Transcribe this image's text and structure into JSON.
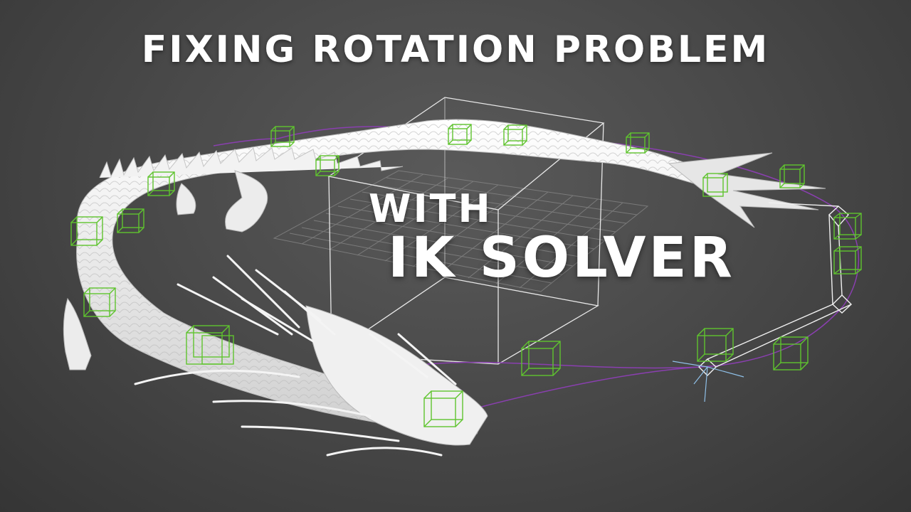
{
  "thumbnail": {
    "title": "FIXING ROTATION PROBLEM",
    "subtitle_line1": "WITH",
    "subtitle_line2": "IK SOLVER"
  },
  "colors": {
    "background": "#4a4a4a",
    "text": "#ffffff",
    "control_box": "#5fc42e",
    "spline": "#8a3fb0",
    "wireframe": "#e8e8e8",
    "model": "#eeeeee"
  }
}
